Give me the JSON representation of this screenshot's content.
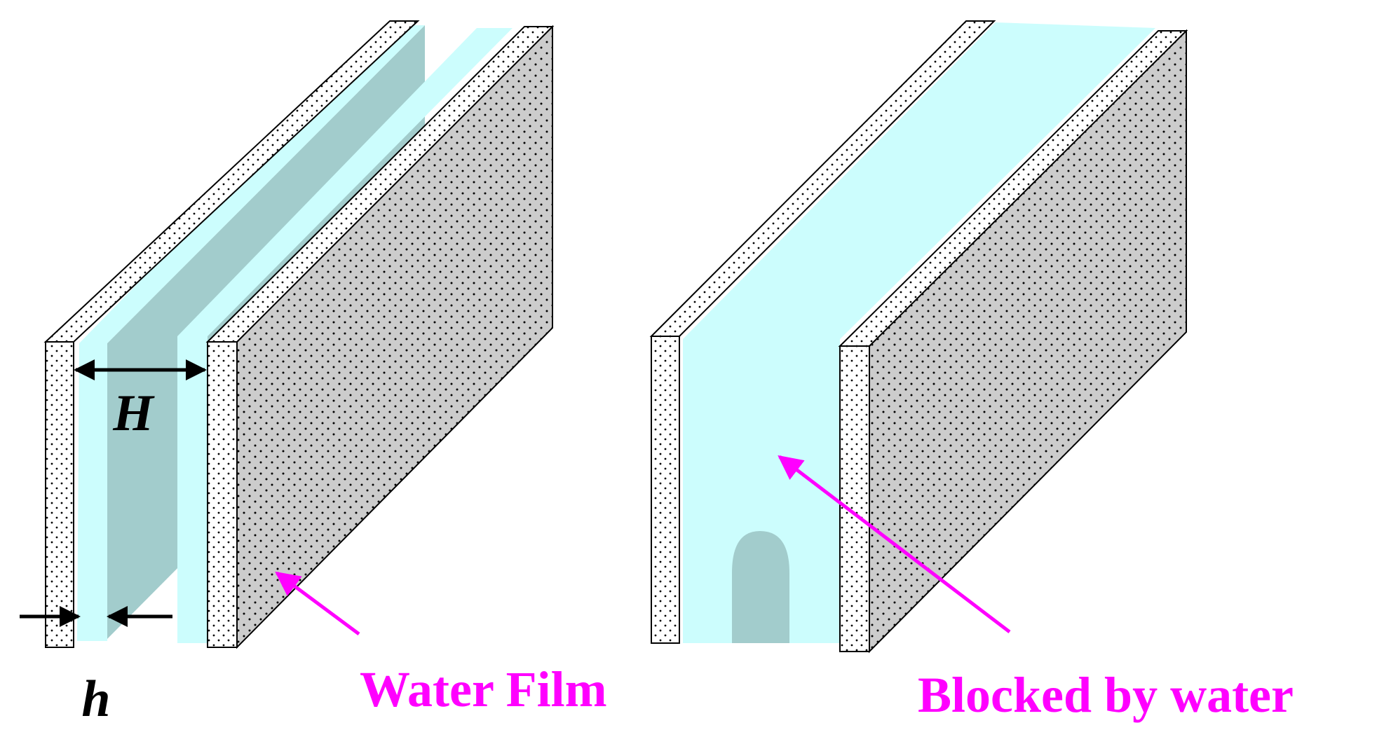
{
  "labels": {
    "gap_width": "H",
    "film_thickness": "h",
    "water_film": "Water Film",
    "blocked_by_water": "Blocked by water"
  },
  "colors": {
    "water_light": "#ccfdfd",
    "water_dark": "#a2cccc",
    "plate_face": "#cccccc",
    "plate_edge": "#ffffff",
    "outline": "#000000",
    "annotation": "#ff00ff"
  }
}
